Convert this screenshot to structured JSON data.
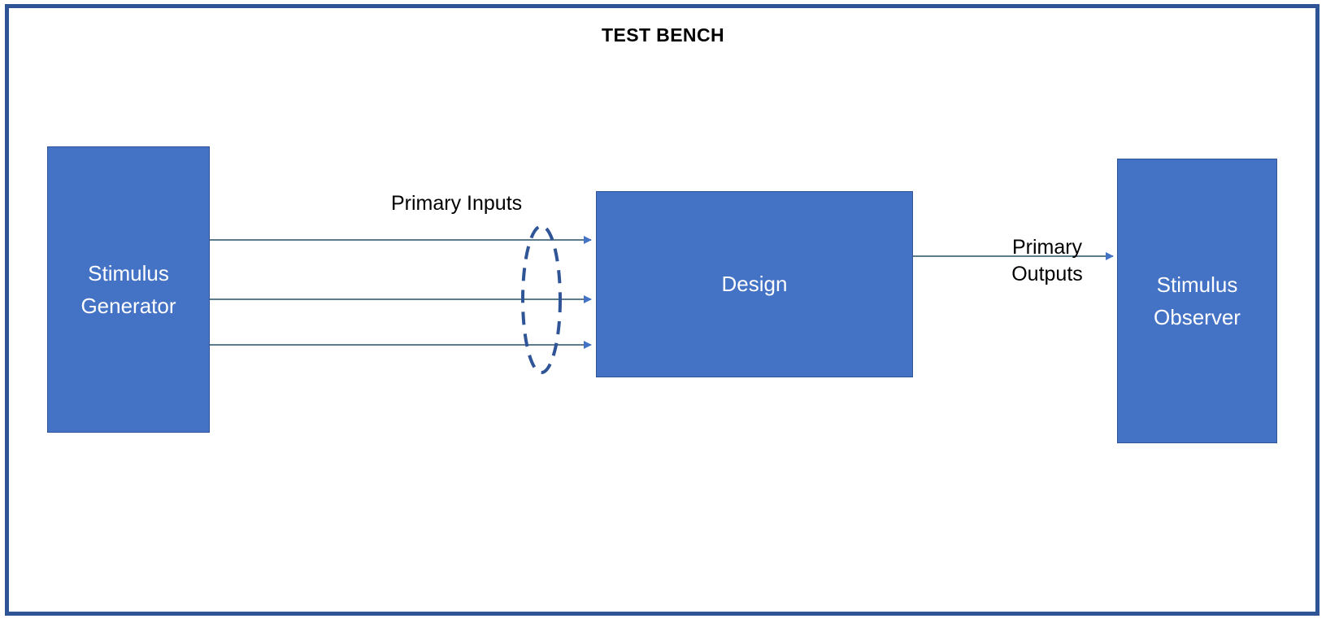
{
  "diagram": {
    "title": "TEST BENCH",
    "colors": {
      "frame_border": "#2F5496",
      "box_fill": "#4472C4",
      "box_border": "#2F5597",
      "box_text": "#FFFFFF",
      "wire": "#44687D",
      "arrow_head": "#4472C4",
      "highlight_ellipse": "#2F5597",
      "title_text": "#000000",
      "label_text": "#000000",
      "background": "#FFFFFF"
    },
    "blocks": [
      {
        "id": "stimulus-generator",
        "label": "Stimulus\nGenerator"
      },
      {
        "id": "design",
        "label": "Design"
      },
      {
        "id": "stimulus-observer",
        "label": "Stimulus\nObserver"
      }
    ],
    "connector_labels": [
      {
        "id": "primary-inputs",
        "text": "Primary Inputs"
      },
      {
        "id": "primary-outputs",
        "text": "Primary\nOutputs"
      }
    ],
    "signal_counts": {
      "primary_inputs": 3,
      "primary_outputs": 1
    },
    "annotation": {
      "ellipse_style": "dashed",
      "ellipse_meaning": "input bus grouping"
    }
  }
}
